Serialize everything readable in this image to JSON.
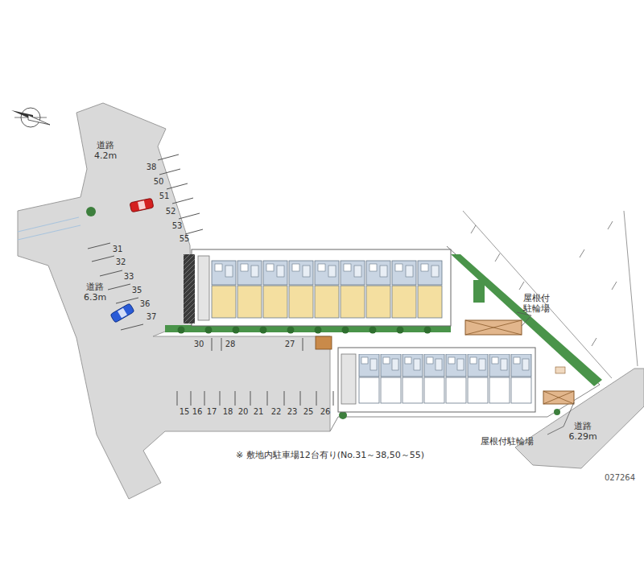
{
  "diagram": {
    "labels": [
      "道路 4.2m",
      "38",
      "50",
      "51",
      "52",
      "53",
      "55",
      "31",
      "32",
      "33",
      "35",
      "36",
      "37",
      "道路 6.3m",
      "30",
      "28",
      "27",
      "15",
      "16",
      "17",
      "18",
      "20",
      "21",
      "22",
      "23",
      "25",
      "26",
      "屋根付 駐輪場",
      "道路 6.29m",
      "屋根付駐輪場",
      "※ 敷地内駐車場12台有り(No.31～38,50～55)",
      "027264"
    ]
  }
}
